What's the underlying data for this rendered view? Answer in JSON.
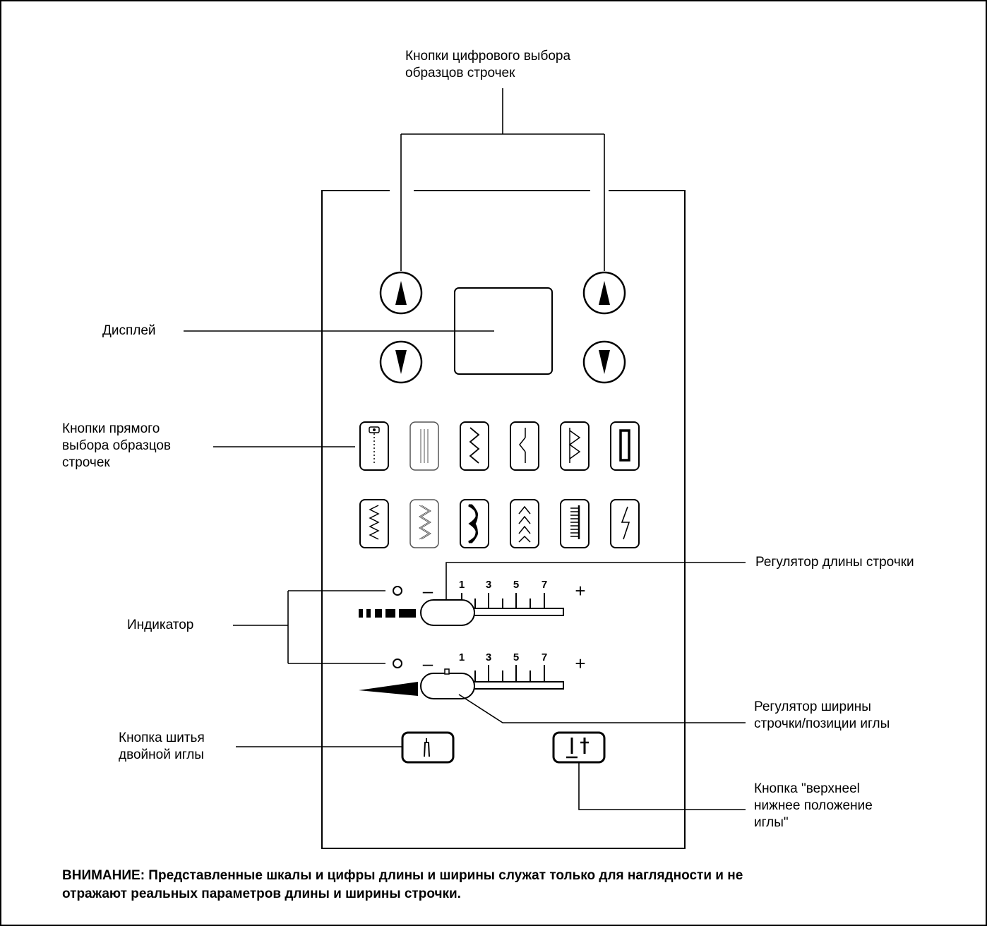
{
  "labels": {
    "digital_select": [
      "Кнопки цифрового выбора",
      "образцов строчек"
    ],
    "display": "Дисплей",
    "direct_select": [
      "Кнопки прямого",
      "выбора образцов",
      "строчек"
    ],
    "stitch_length": "Регулятор длины строчки",
    "indicator": "Индикатор",
    "stitch_width": [
      "Регулятор ширины",
      "строчки/позиции иглы"
    ],
    "twin_needle": [
      "Кнопка шитья",
      "двойной иглы"
    ],
    "needle_position": [
      "Кнопка \"верхнeel",
      "нижнее положение",
      "иглы\""
    ]
  },
  "scale": {
    "zero": "o",
    "minus": "–",
    "plus": "+",
    "ticks": [
      "1",
      "3",
      "5",
      "7"
    ]
  },
  "note": [
    "ВНИМАНИЕ: Представленные шкалы и цифры длины и ширины служат только для наглядности и не",
    "отражают реальных параметров длины и ширины строчки."
  ],
  "icons": {
    "up_arrow": "up-arrow-icon",
    "down_arrow": "down-arrow-icon",
    "stitch_row1": [
      "buttonhole-stitch-icon",
      "triple-straight-stitch-icon",
      "zigzag-stitch-icon",
      "elastic-zigzag-icon",
      "blind-hem-stitch-icon",
      "satin-block-icon"
    ],
    "stitch_row2": [
      "three-step-zigzag-icon",
      "stretch-zigzag-icon",
      "scallop-stitch-icon",
      "feather-stitch-icon",
      "bartack-stitch-icon",
      "lightning-stitch-icon"
    ],
    "twin_needle_icon": "twin-needle-icon",
    "needle_updown_icon": "needle-up-down-icon"
  }
}
